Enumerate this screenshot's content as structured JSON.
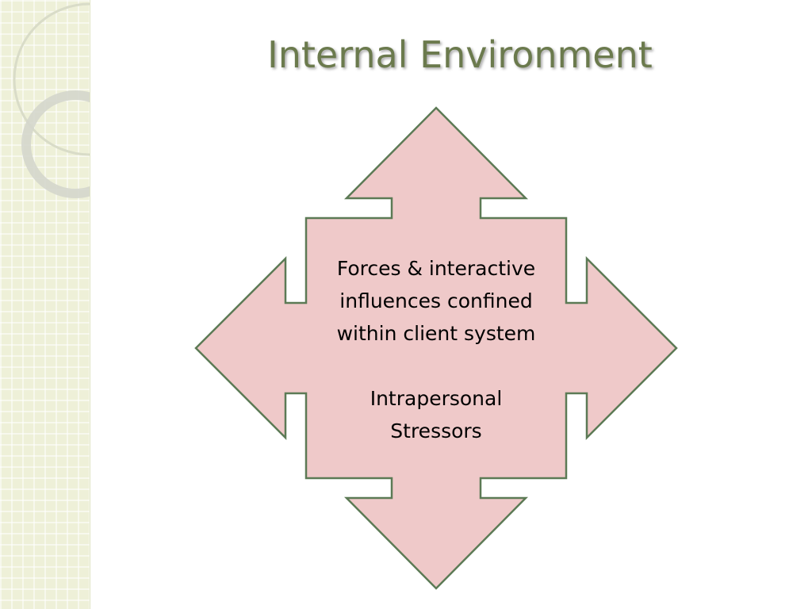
{
  "slide": {
    "title": "Internal Environment"
  },
  "diagram": {
    "type": "quad-arrow",
    "fill_color": "#efc9c9",
    "stroke_color": "#5c7a55",
    "text_lines": [
      "Forces & interactive",
      "influences confined",
      "within client system"
    ],
    "sub_lines": [
      "Intrapersonal",
      "Stressors"
    ]
  },
  "theme": {
    "title_color": "#6b7a4d",
    "panel_color": "#eef0d8"
  }
}
